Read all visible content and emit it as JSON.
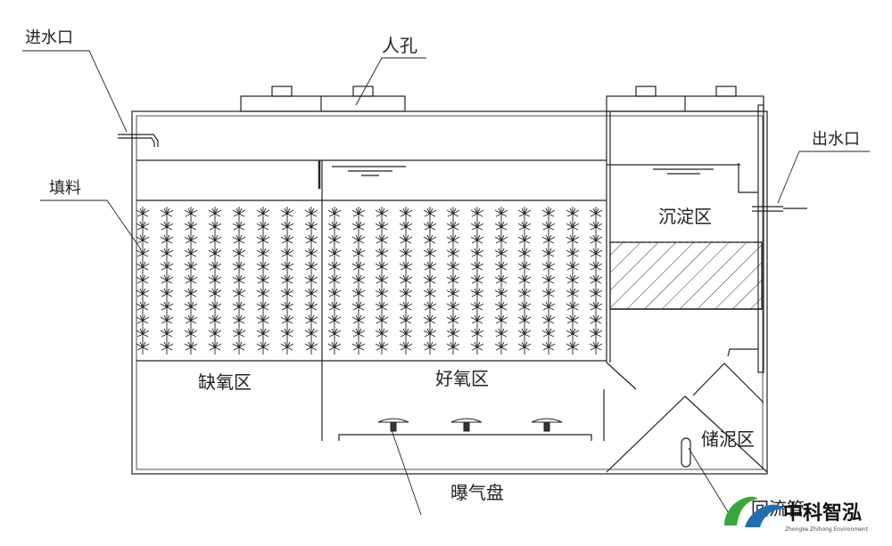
{
  "labels": {
    "inlet": "进水口",
    "manhole": "人孔",
    "media": "填料",
    "outlet": "出水口",
    "settling_zone": "沉淀区",
    "anoxic_zone": "缺氧区",
    "aerobic_zone": "好氧区",
    "sludge_zone": "储泥区",
    "aerator": "曝气盘",
    "return_pipe": "回流管"
  },
  "logo": {
    "brand": "中科智泓",
    "brand_en": "Zhongke Zhihong Environment"
  },
  "colors": {
    "line": "#222222",
    "logo_green": "#3aa63a",
    "logo_blue": "#1f6fb0"
  }
}
